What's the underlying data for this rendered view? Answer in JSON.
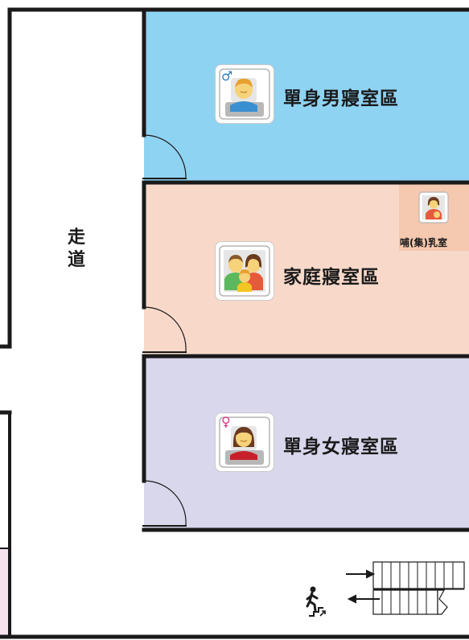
{
  "corridor": {
    "label": "走道"
  },
  "rooms": {
    "single_male": {
      "label": "單身男寢室區",
      "color": "#8fd3f3",
      "symbol": "♂"
    },
    "family": {
      "label": "家庭寢室區",
      "color": "#f8d9c9"
    },
    "single_female": {
      "label": "單身女寢室區",
      "color": "#d9d7ec",
      "symbol": "♀"
    },
    "nursing": {
      "label": "哺(集)乳室"
    }
  },
  "colors": {
    "wall": "#1a1a1a",
    "male_symbol": "#2a7cc0",
    "female_symbol": "#d83a8a"
  }
}
